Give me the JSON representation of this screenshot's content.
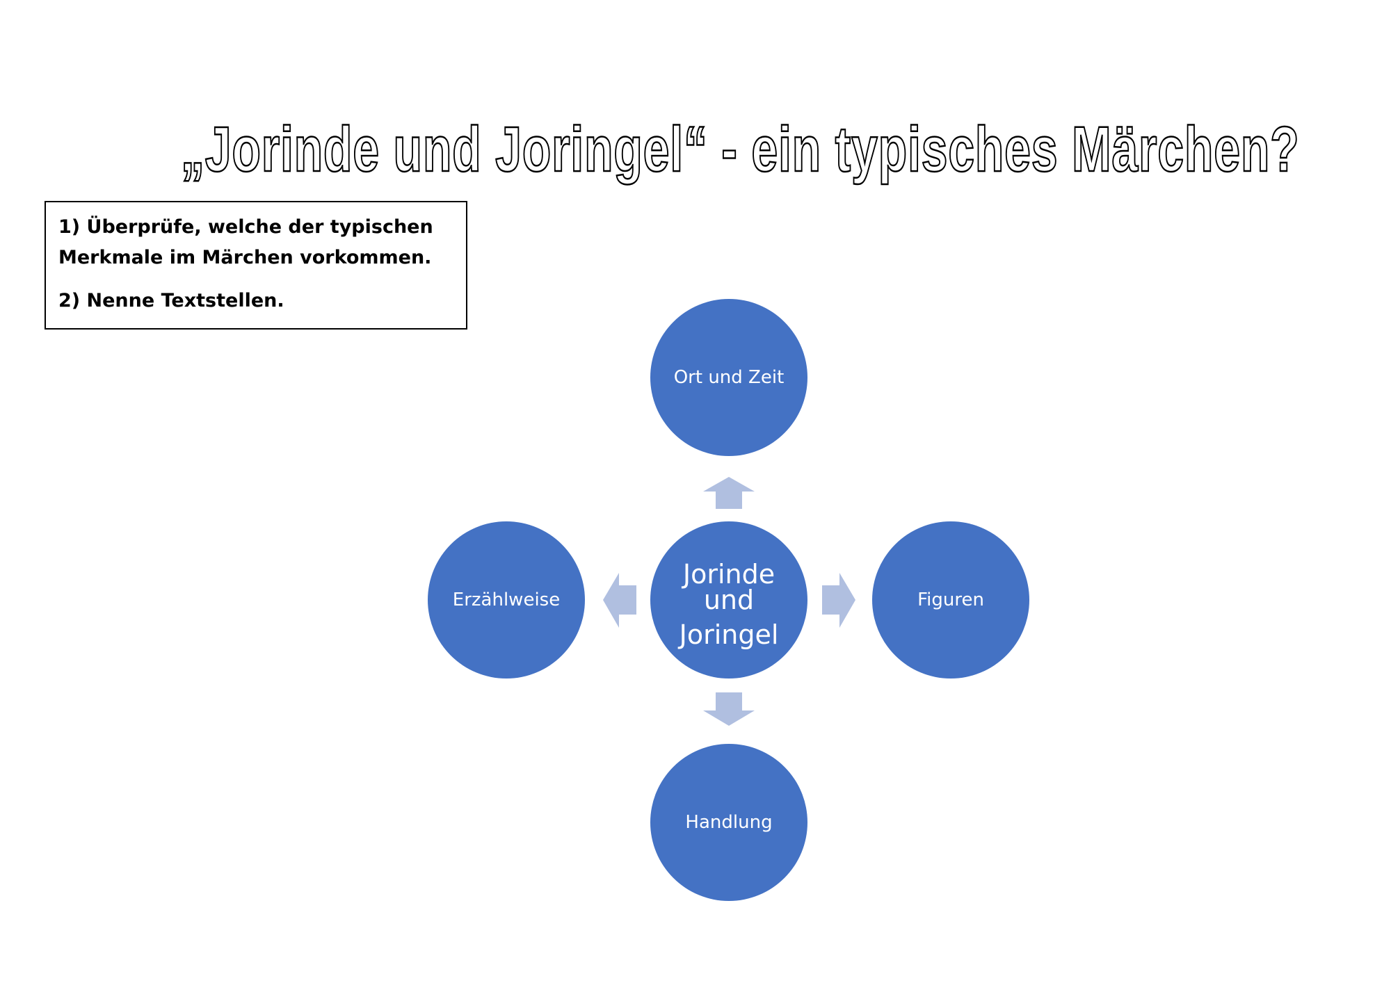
{
  "title": "„Jorinde und Joringel“ - ein typisches Märchen?",
  "tasks": {
    "task1_line1": "1) Überprüfe, welche der typischen",
    "task1_line2": "Merkmale im Märchen vorkommen.",
    "task2": "2) Nenne Textstellen."
  },
  "diagram": {
    "center": {
      "lines": [
        "Jorinde",
        "und",
        "Joringel"
      ],
      "icon": "circle"
    },
    "nodes": {
      "top": "Ort und Zeit",
      "right": "Figuren",
      "bottom": "Handlung",
      "left": "Erzählweise"
    },
    "colors": {
      "node_fill": "#4472C4",
      "arrow_fill": "#B0BFE0",
      "label": "#FFFFFF"
    }
  }
}
